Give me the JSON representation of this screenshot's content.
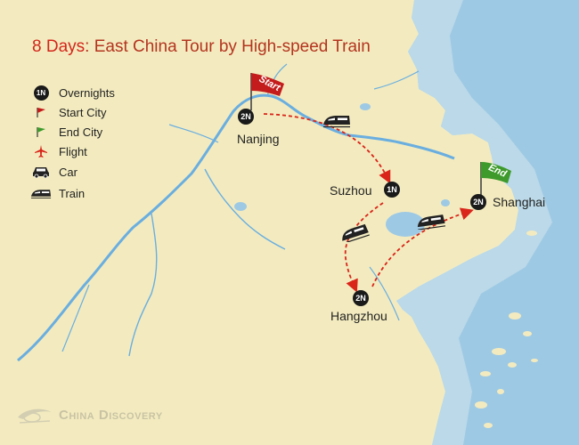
{
  "title": {
    "days": "8 Days",
    "rest": ": East China Tour by High-speed Train"
  },
  "legend": {
    "overnights_badge": "1N",
    "overnights": "Overnights",
    "start_city": "Start City",
    "end_city": "End City",
    "flight": "Flight",
    "car": "Car",
    "train": "Train"
  },
  "flags": {
    "start": "Start",
    "end": "End"
  },
  "cities": {
    "nanjing": {
      "name": "Nanjing",
      "nights": "2N"
    },
    "suzhou": {
      "name": "Suzhou",
      "nights": "1N"
    },
    "hangzhou": {
      "name": "Hangzhou",
      "nights": "2N"
    },
    "shanghai": {
      "name": "Shanghai",
      "nights": "2N"
    }
  },
  "watermark": "China Discovery",
  "colors": {
    "land": "#f3ebbf",
    "sea": "#9ec9e4",
    "river": "#6aaee0",
    "route": "#d9251a",
    "start_flag": "#c41c1c",
    "end_flag": "#3d9a2b"
  }
}
